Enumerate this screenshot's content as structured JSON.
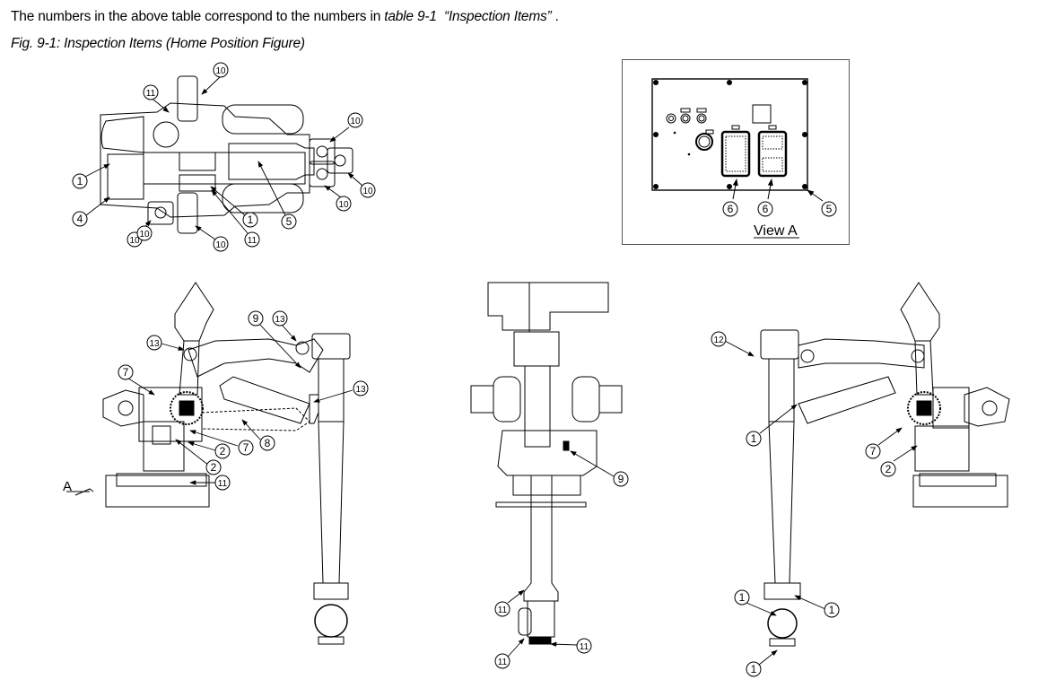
{
  "intro_text": {
    "prefix": "The numbers in the above table correspond to the numbers in ",
    "table_ref": "table 9-1",
    "table_name": "“Inspection Items”",
    "suffix": " ."
  },
  "figure_caption": "Fig. 9-1: Inspection Items (Home Position Figure)",
  "view_a": {
    "title": "View A",
    "callouts": [
      "6",
      "6",
      "5"
    ]
  },
  "top_view": {
    "callouts": [
      "10",
      "11",
      "10",
      "1",
      "10",
      "4",
      "10",
      "1",
      "5",
      "10",
      "11",
      "10",
      "10"
    ]
  },
  "left_side_view": {
    "arrow_label": "A",
    "callouts": [
      "9",
      "13",
      "13",
      "7",
      "13",
      "8",
      "7",
      "2",
      "2",
      "11"
    ]
  },
  "front_view": {
    "callouts": [
      "9",
      "11",
      "11",
      "11"
    ]
  },
  "right_side_view": {
    "callouts": [
      "12",
      "1",
      "7",
      "2",
      "1",
      "1",
      "1"
    ]
  }
}
